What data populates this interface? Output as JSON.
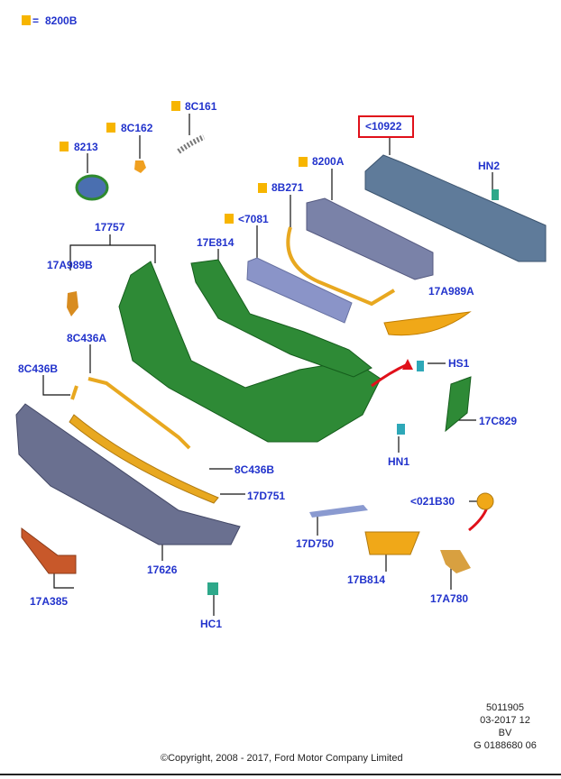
{
  "legend": {
    "equals": "=",
    "label": "8200B",
    "color": "#f7b500"
  },
  "highlight_color": "#e0101a",
  "labels": {
    "l8C161": "8C161",
    "l8C162": "8C162",
    "l8213": "8213",
    "l10922": "<10922",
    "l8200A": "8200A",
    "lHN2": "HN2",
    "l8B271": "8B271",
    "l7081": "<7081",
    "l17757": "17757",
    "l17E814": "17E814",
    "l17A989B": "17A989B",
    "l17A989A": "17A989A",
    "l8C436A": "8C436A",
    "lHS1": "HS1",
    "l8C436B_1": "8C436B",
    "l17C829": "17C829",
    "lHN1": "HN1",
    "l8C436B_2": "8C436B",
    "l17D751": "17D751",
    "l021B30": "<021B30",
    "l17D750": "17D750",
    "l17626": "17626",
    "l17B814": "17B814",
    "l17A385": "17A385",
    "l17A780": "17A780",
    "lHC1": "HC1"
  },
  "footer": {
    "code1": "5011905",
    "code2": "03-2017 12",
    "code3": "BV",
    "code4": "G 0188680 06",
    "copyright": "©Copyright, 2008 - 2017, Ford Motor Company Limited"
  }
}
